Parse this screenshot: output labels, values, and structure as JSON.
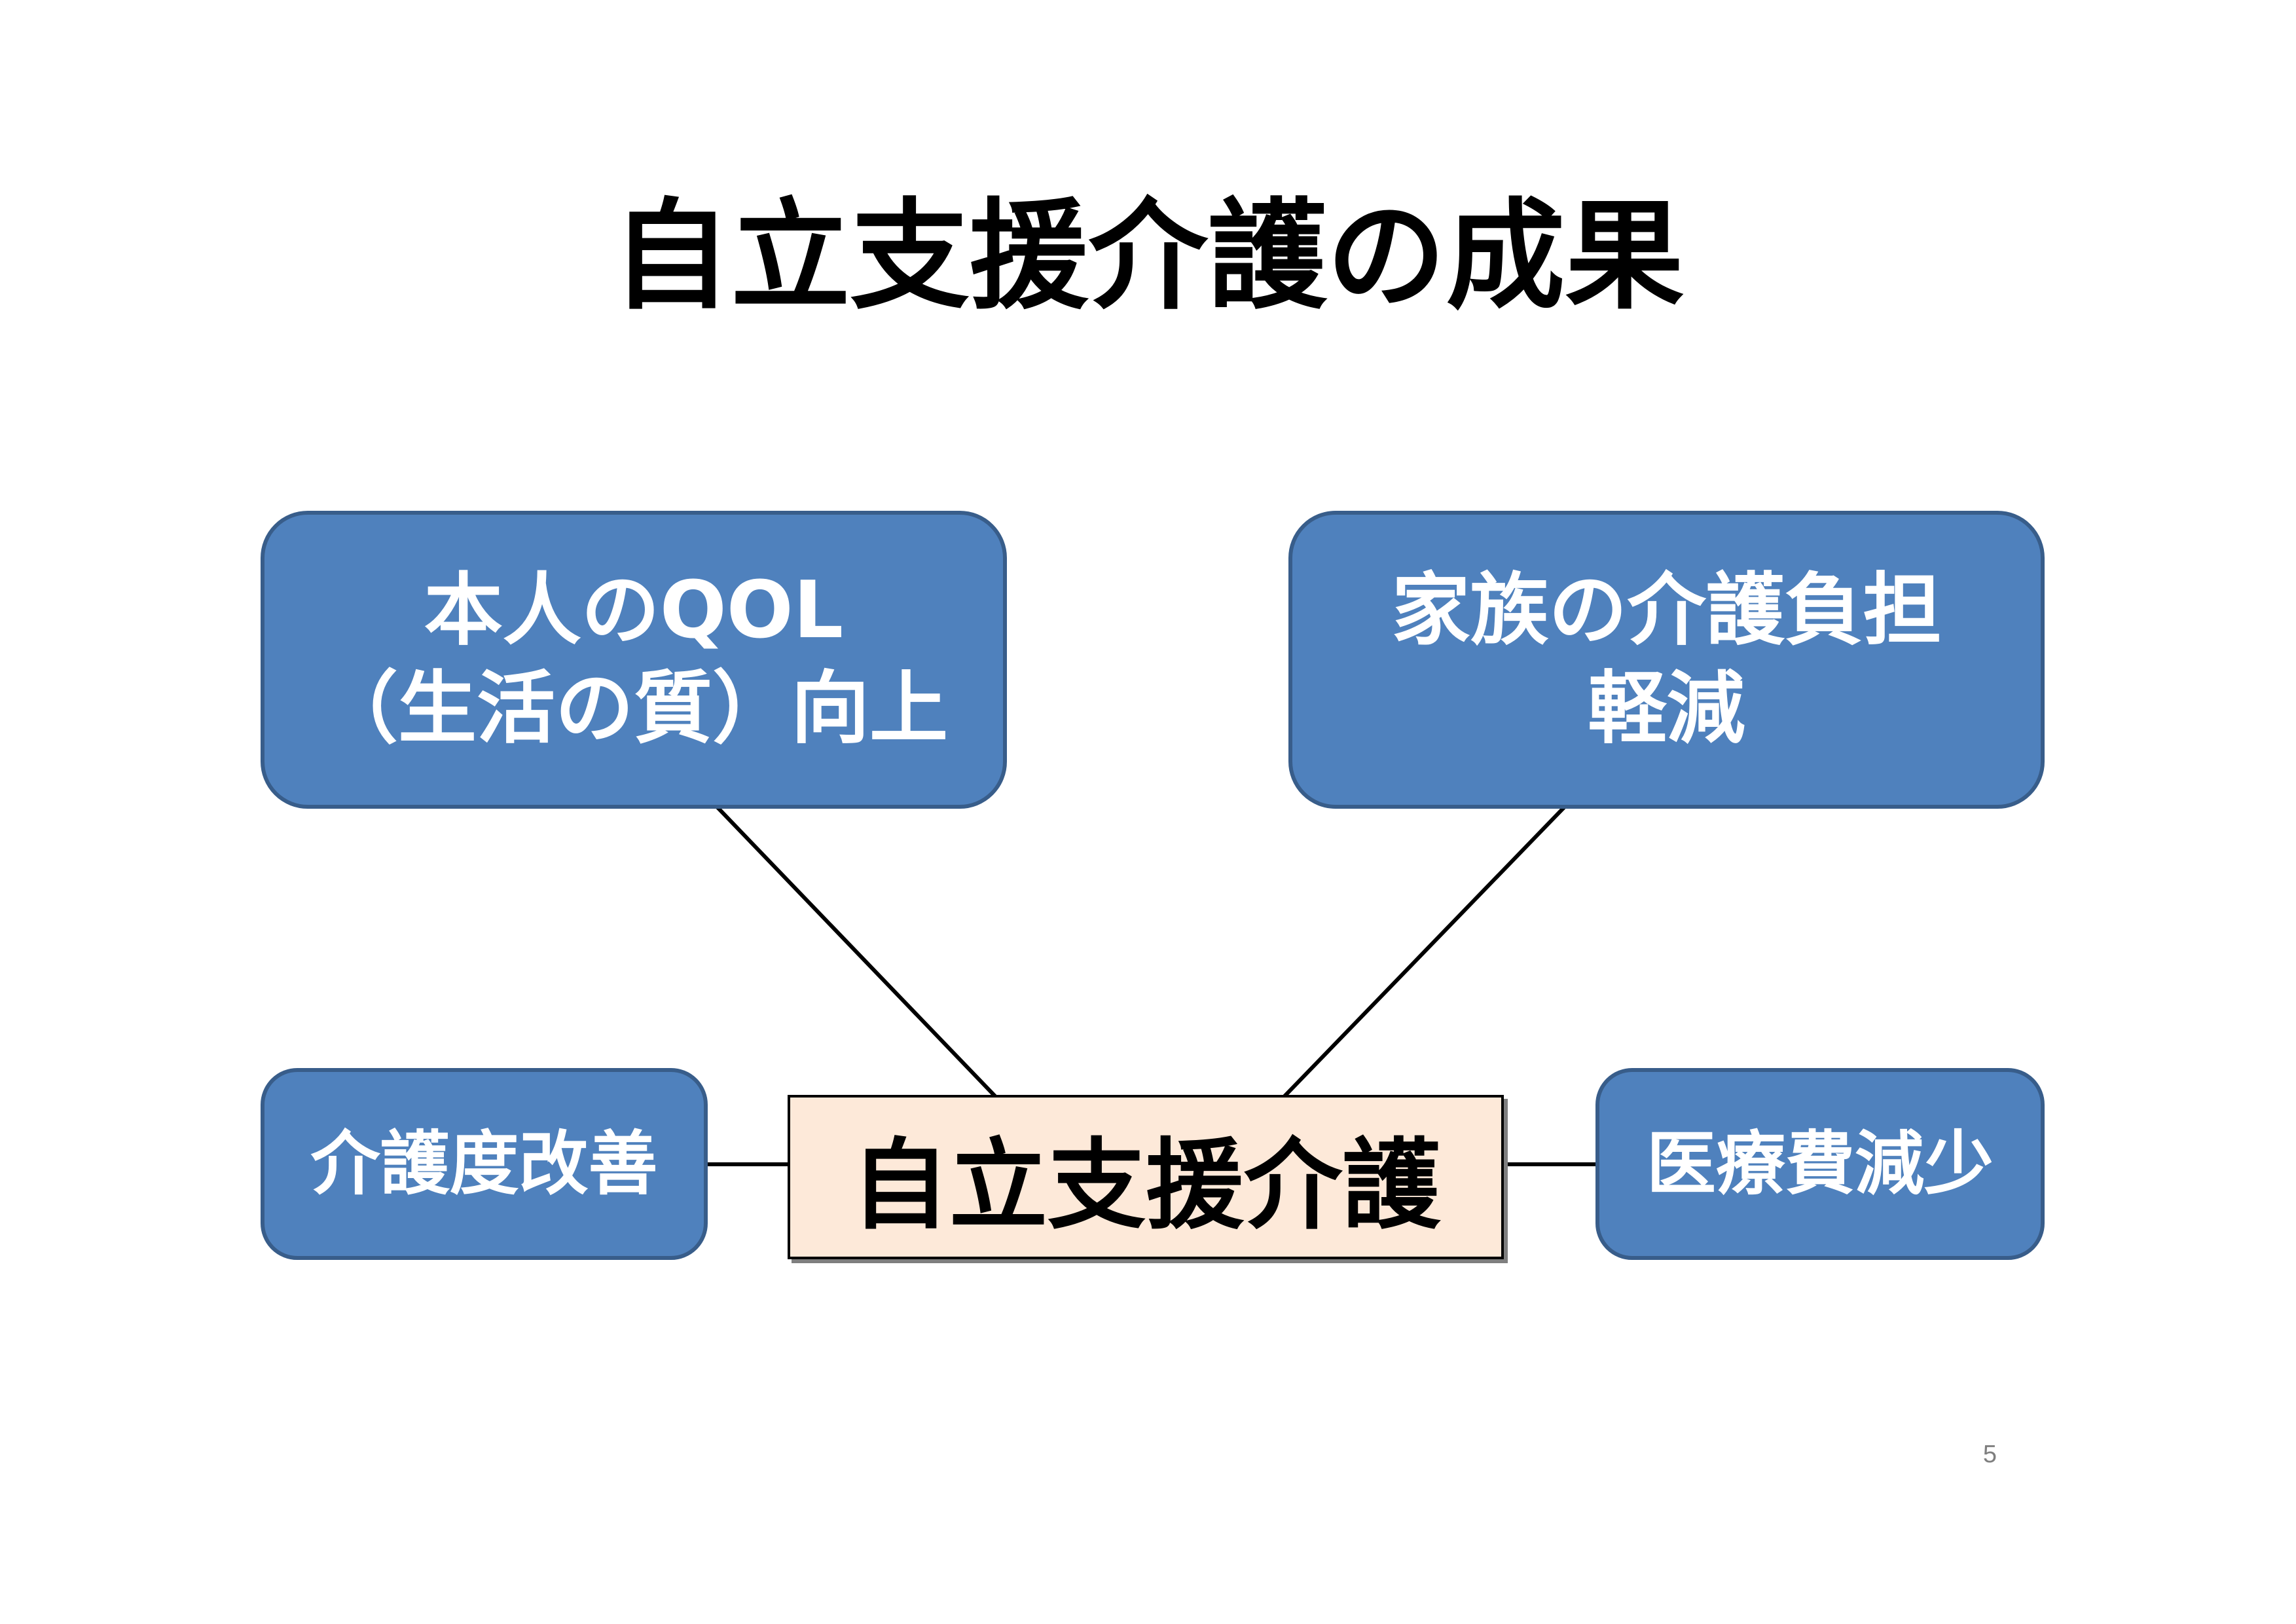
{
  "title": "自立支援介護の成果",
  "center": {
    "label": "自立支援介護"
  },
  "outcomes": {
    "qol": {
      "line1": "本人のQOL",
      "line2": "（生活の質）向上"
    },
    "family": {
      "line1": "家族の介護負担",
      "line2": "軽減"
    },
    "care_level": {
      "label": "介護度改善"
    },
    "medical_cost": {
      "label": "医療費減少"
    }
  },
  "page_number": "5",
  "colors": {
    "outcome_fill": "#4f81bd",
    "outcome_border": "#385d8a",
    "center_fill": "#fde9d9",
    "outcome_text": "#ffffff"
  }
}
